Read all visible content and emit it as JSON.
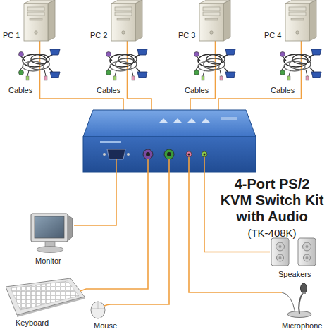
{
  "diagram": {
    "nodes": [
      {
        "text": [
          "PC 1"
        ]
      },
      {
        "text": [
          "PC 2"
        ]
      },
      {
        "text": [
          "PC 3"
        ]
      },
      {
        "text": [
          "PC 4"
        ]
      },
      {
        "text": [
          "4-Port PS/2 KVM Switch Kit with Audio",
          "(TK-408K)"
        ]
      },
      {
        "text": [
          "Monitor"
        ]
      },
      {
        "text": [
          "Speakers"
        ]
      },
      {
        "text": [
          "Keyboard"
        ]
      },
      {
        "text": [
          "Mouse"
        ]
      },
      {
        "text": [
          "Microphone"
        ]
      }
    ],
    "edges": [
      {
        "from": 0,
        "to": 4,
        "arrow": "none",
        "label": "Cables"
      },
      {
        "from": 1,
        "to": 4,
        "arrow": "none",
        "label": "Cables"
      },
      {
        "from": 2,
        "to": 4,
        "arrow": "none",
        "label": "Cables"
      },
      {
        "from": 3,
        "to": 4,
        "arrow": "none",
        "label": "Cables"
      },
      {
        "from": 4,
        "to": 5,
        "arrow": "none"
      },
      {
        "from": 4,
        "to": 6,
        "arrow": "none"
      },
      {
        "from": 4,
        "to": 7,
        "arrow": "none"
      },
      {
        "from": 4,
        "to": 8,
        "arrow": "none"
      },
      {
        "from": 4,
        "to": 9,
        "arrow": "none"
      }
    ]
  }
}
